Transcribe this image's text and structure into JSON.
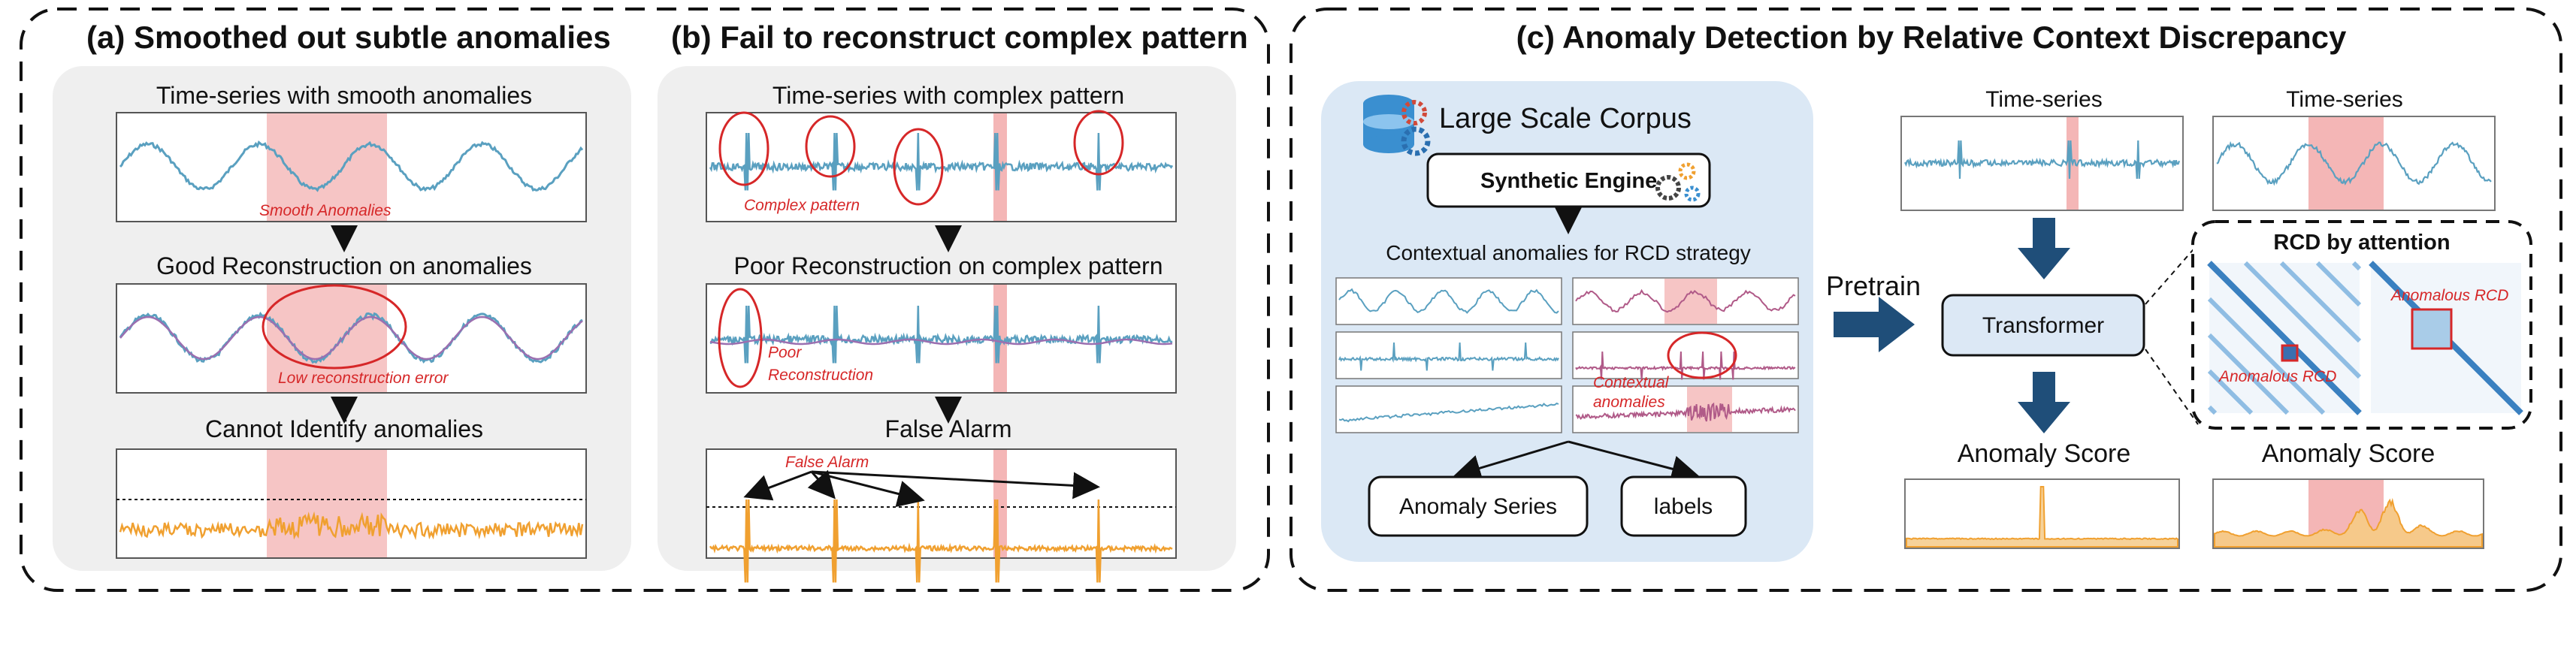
{
  "panel_a": {
    "title": "(a) Smoothed out subtle anomalies",
    "step1": "Time-series with smooth anomalies",
    "ann1": "Smooth Anomalies",
    "step2": "Good Reconstruction on anomalies",
    "ann2": "Low reconstruction error",
    "step3": "Cannot Identify anomalies"
  },
  "panel_b": {
    "title": "(b) Fail to reconstruct complex pattern",
    "step1": "Time-series with complex pattern",
    "ann1": "Complex pattern",
    "step2": "Poor Reconstruction on complex pattern",
    "ann2_line1": "Poor",
    "ann2_line2": "Reconstruction",
    "step3": "False Alarm",
    "ann3": "False Alarm"
  },
  "panel_c": {
    "title": "(c) Anomaly Detection by Relative Context Discrepancy",
    "corpus_title": "Large Scale Corpus",
    "synthetic_engine": "Synthetic Engine",
    "strategy_label": "Contextual anomalies for RCD strategy",
    "contextual_anomalies_line1": "Contextual",
    "contextual_anomalies_line2": "anomalies",
    "output_series": "Anomaly Series",
    "output_labels": "labels",
    "pretrain": "Pretrain",
    "transformer": "Transformer",
    "ts_label_1": "Time-series",
    "ts_label_2": "Time-series",
    "rcd_title": "RCD by attention",
    "anomalous_rcd_1": "Anomalous RCD",
    "anomalous_rcd_2": "Anomalous RCD",
    "score_label_1": "Anomaly Score",
    "score_label_2": "Anomaly Score"
  },
  "colors": {
    "series_blue": "#5aa0c0",
    "recon_purple": "#9b6fb0",
    "score_orange": "#f0a030",
    "highlight_red": "#f4b6b6",
    "annotation_red": "#d62728",
    "panel_grey": "#efefef",
    "corpus_blue": "#dbe8f5",
    "arrow_navy": "#1f4e79",
    "transformer_fill": "#dce8f5"
  }
}
